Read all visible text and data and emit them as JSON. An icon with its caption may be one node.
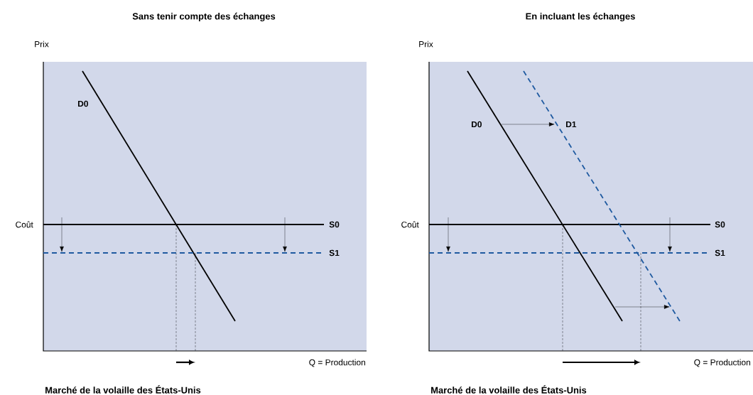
{
  "diagram": {
    "labels": [
      "Sans tenir compte des échanges",
      "Prix",
      "D0",
      "Coût",
      "S0",
      "S1",
      "Q = Production",
      "Marché de la volaille des États-Unis",
      "En incluant les échanges",
      "Prix",
      "D0",
      "D1",
      "Coût",
      "S0",
      "S1",
      "Q = Production",
      "Marché de la volaille des États-Unis"
    ]
  }
}
